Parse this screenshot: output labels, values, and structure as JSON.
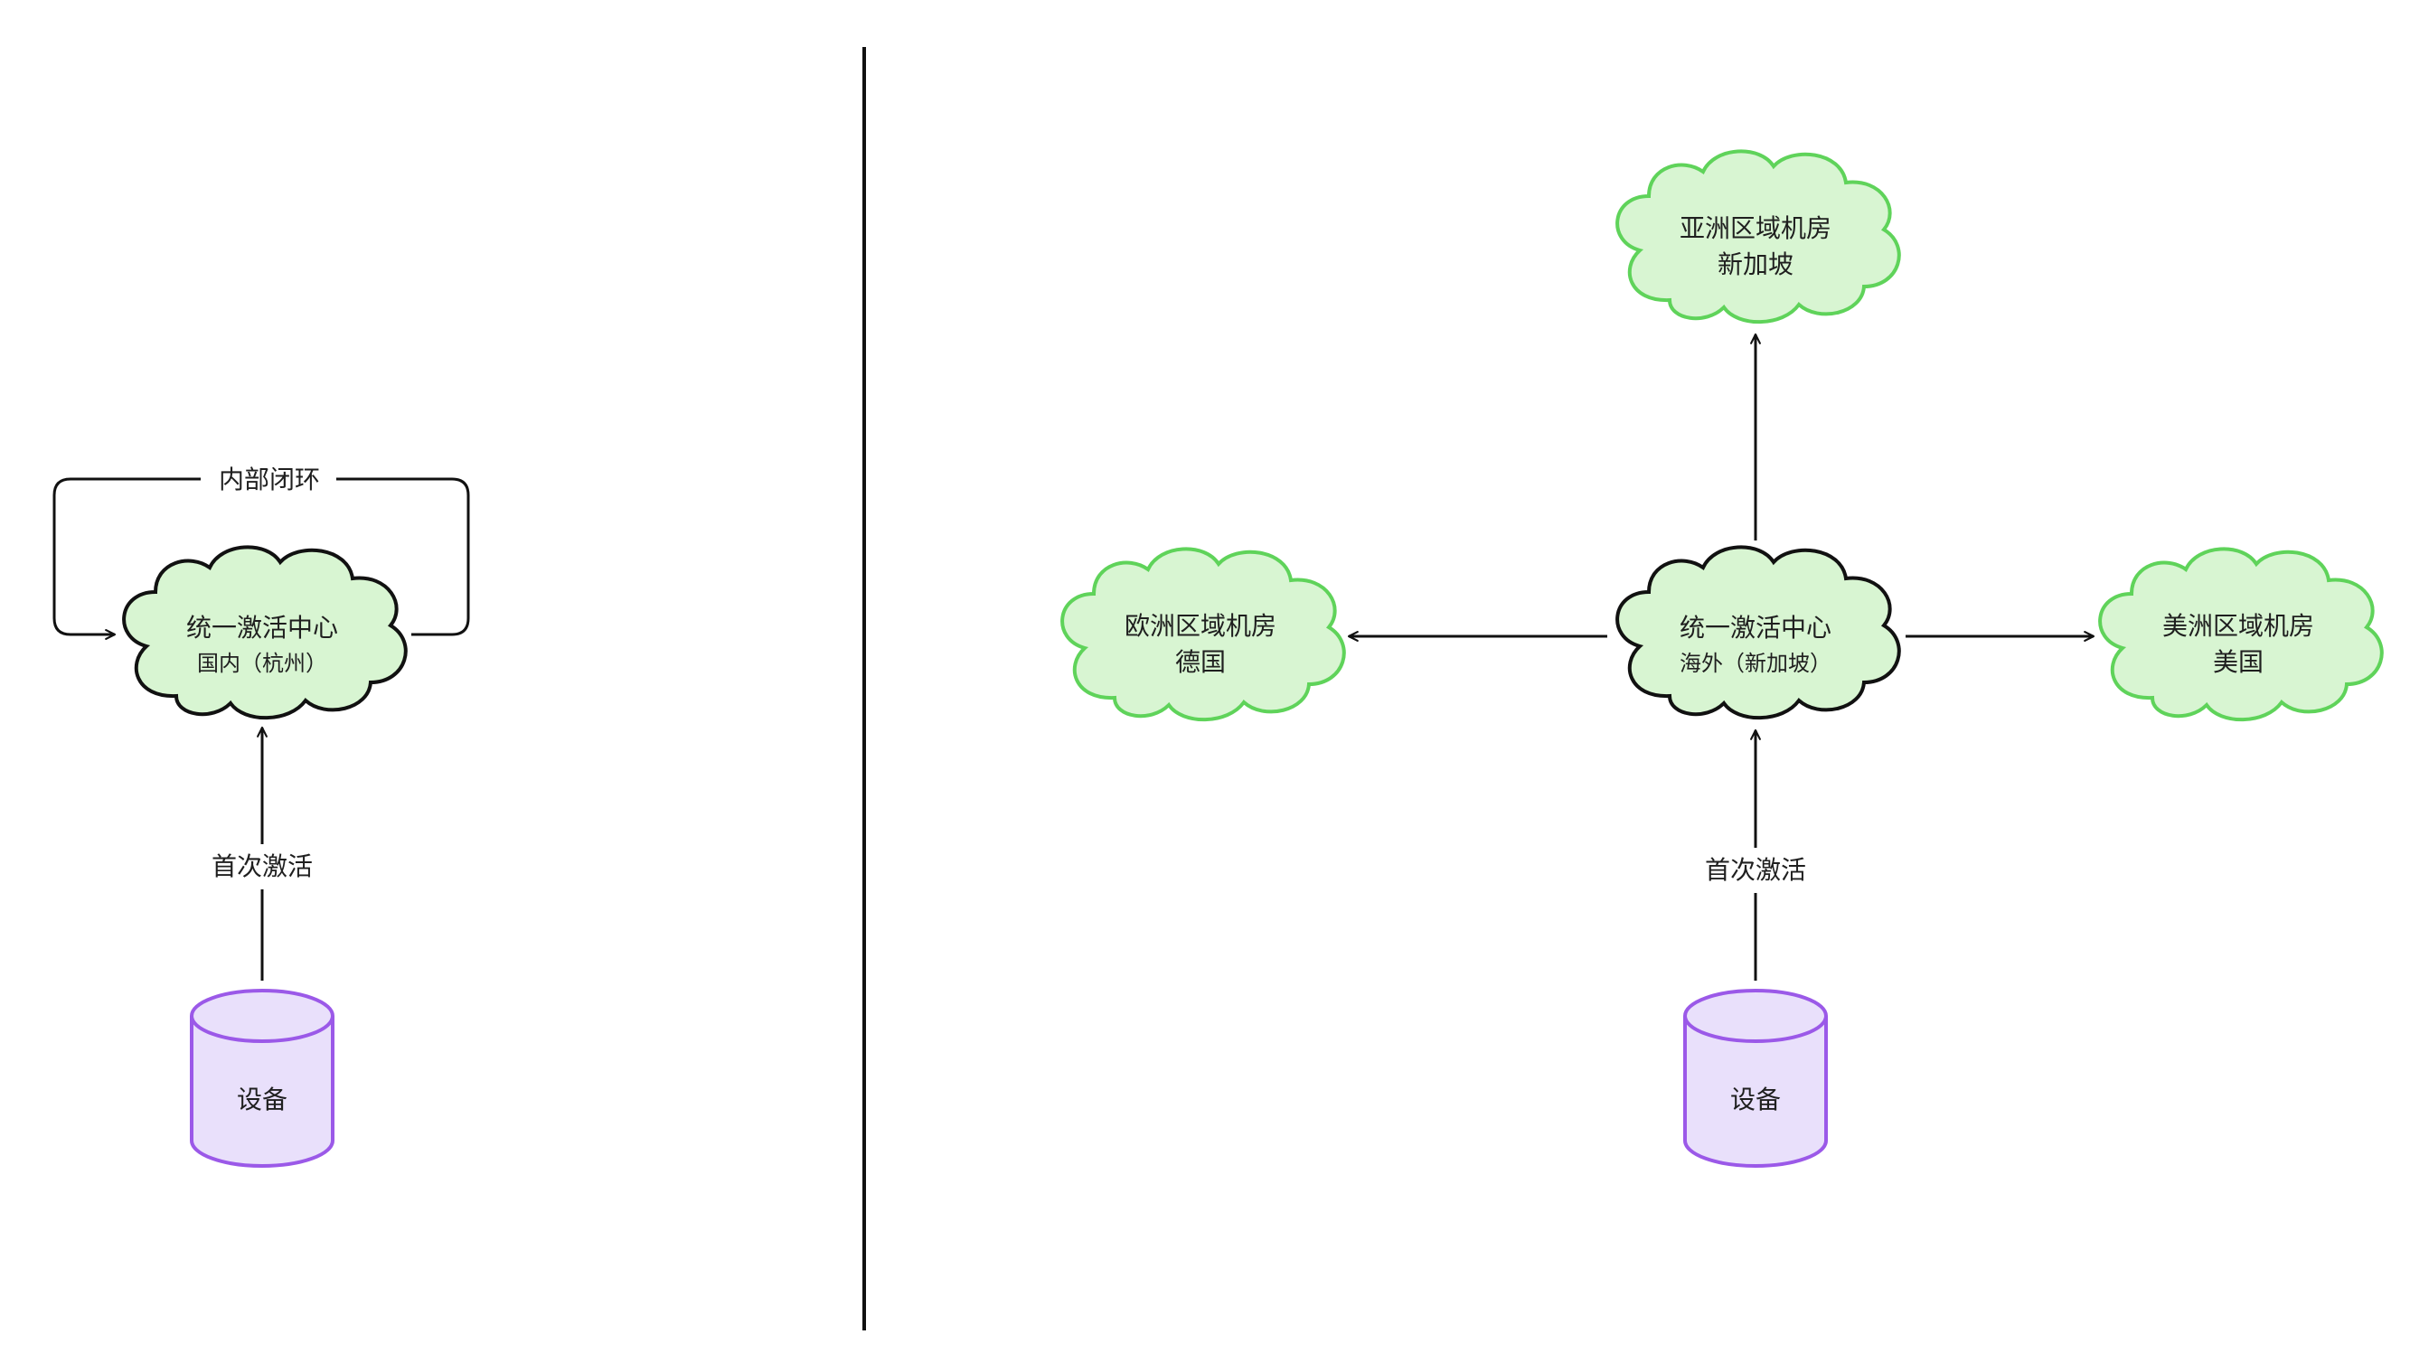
{
  "left": {
    "loop_label": "内部闭环",
    "center": {
      "line1": "统一激活中心",
      "line2": "国内（杭州）"
    },
    "edge_label": "首次激活",
    "device": "设备"
  },
  "right": {
    "center": {
      "line1": "统一激活中心",
      "line2": "海外（新加坡）"
    },
    "asia": {
      "line1": "亚洲区域机房",
      "line2": "新加坡"
    },
    "europe": {
      "line1": "欧洲区域机房",
      "line2": "德国"
    },
    "america": {
      "line1": "美洲区域机房",
      "line2": "美国"
    },
    "edge_label": "首次激活",
    "device": "设备"
  },
  "colors": {
    "cloud_fill": "#d8f5d2",
    "cloud_stroke_dark": "#111111",
    "cloud_stroke_green": "#5fd35a",
    "device_fill": "#e9e0fb",
    "device_stroke": "#9b59e8",
    "line": "#111111"
  }
}
